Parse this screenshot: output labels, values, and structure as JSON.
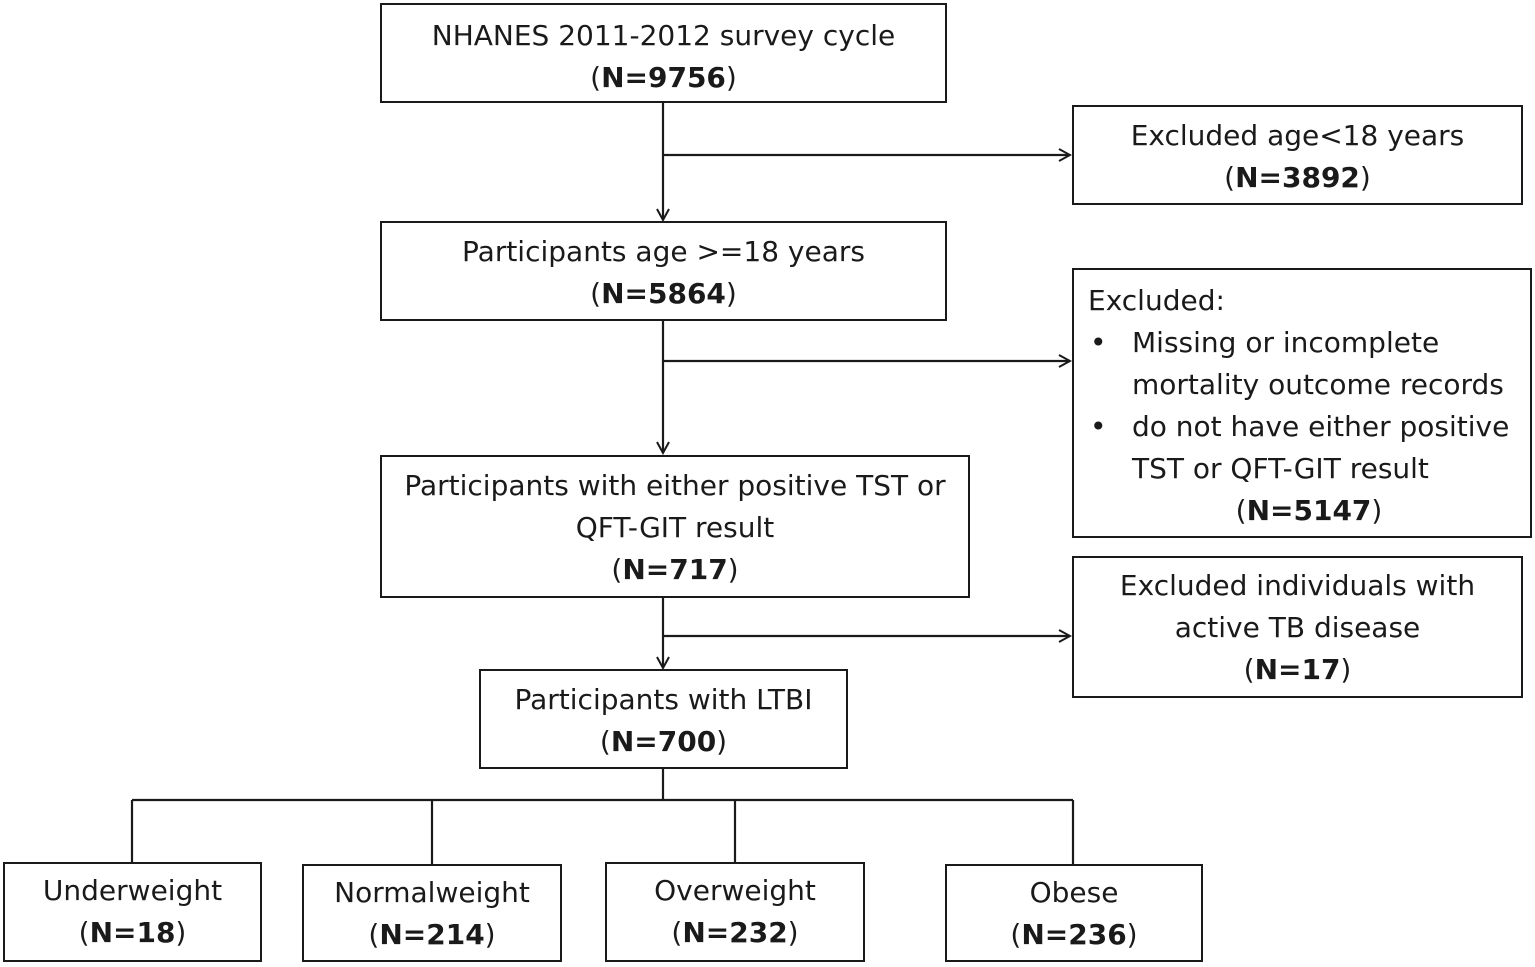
{
  "boxes": {
    "start": {
      "label": "NHANES 2011-2012 survey cycle",
      "count": "N=9756"
    },
    "excl_age": {
      "label": "Excluded age<18 years",
      "count": "N=3892"
    },
    "adults": {
      "label": "Participants age >=18 years",
      "count": "N=5864"
    },
    "excl_missing": {
      "heading": "Excluded:",
      "bullet_symbol": "•",
      "items": [
        [
          "Missing or incomplete",
          "mortality outcome records"
        ],
        [
          "do not have either positive",
          "TST or QFT-GIT result"
        ]
      ],
      "count": "N=5147"
    },
    "positive": {
      "label_line1": "Participants with either positive TST or",
      "label_line2": "QFT-GIT result",
      "count": "N=717"
    },
    "excl_tb": {
      "label_line1": "Excluded individuals with",
      "label_line2": "active TB disease",
      "count": "N=17"
    },
    "ltbi": {
      "label": "Participants with LTBI",
      "count": "N=700"
    },
    "groups": [
      {
        "label": "Underweight",
        "count": "N=18"
      },
      {
        "label": "Normalweight",
        "count": "N=214"
      },
      {
        "label": "Overweight",
        "count": "N=232"
      },
      {
        "label": "Obese",
        "count": "N=236"
      }
    ]
  }
}
